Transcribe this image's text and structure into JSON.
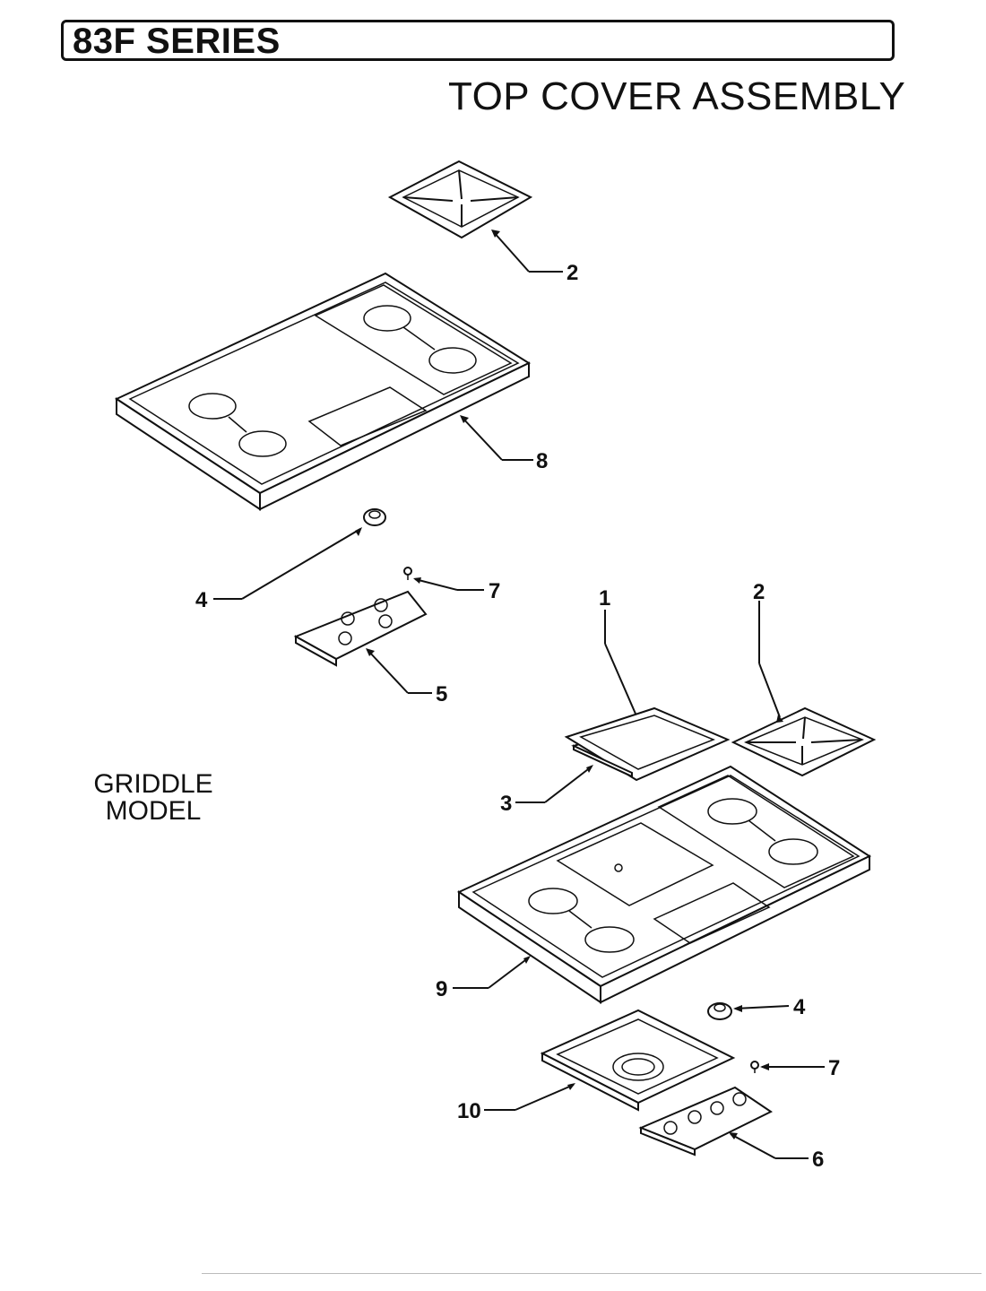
{
  "header": {
    "series": "83F SERIES",
    "title": "TOP COVER ASSEMBLY"
  },
  "model_label": {
    "line1": "GRIDDLE",
    "line2": "MODEL"
  },
  "callouts": {
    "c2_top": "2",
    "c8": "8",
    "c4_left": "4",
    "c7_left": "7",
    "c5": "5",
    "c1": "1",
    "c2_right": "2",
    "c3": "3",
    "c9": "9",
    "c4_right": "4",
    "c7_right": "7",
    "c10": "10",
    "c6": "6"
  }
}
